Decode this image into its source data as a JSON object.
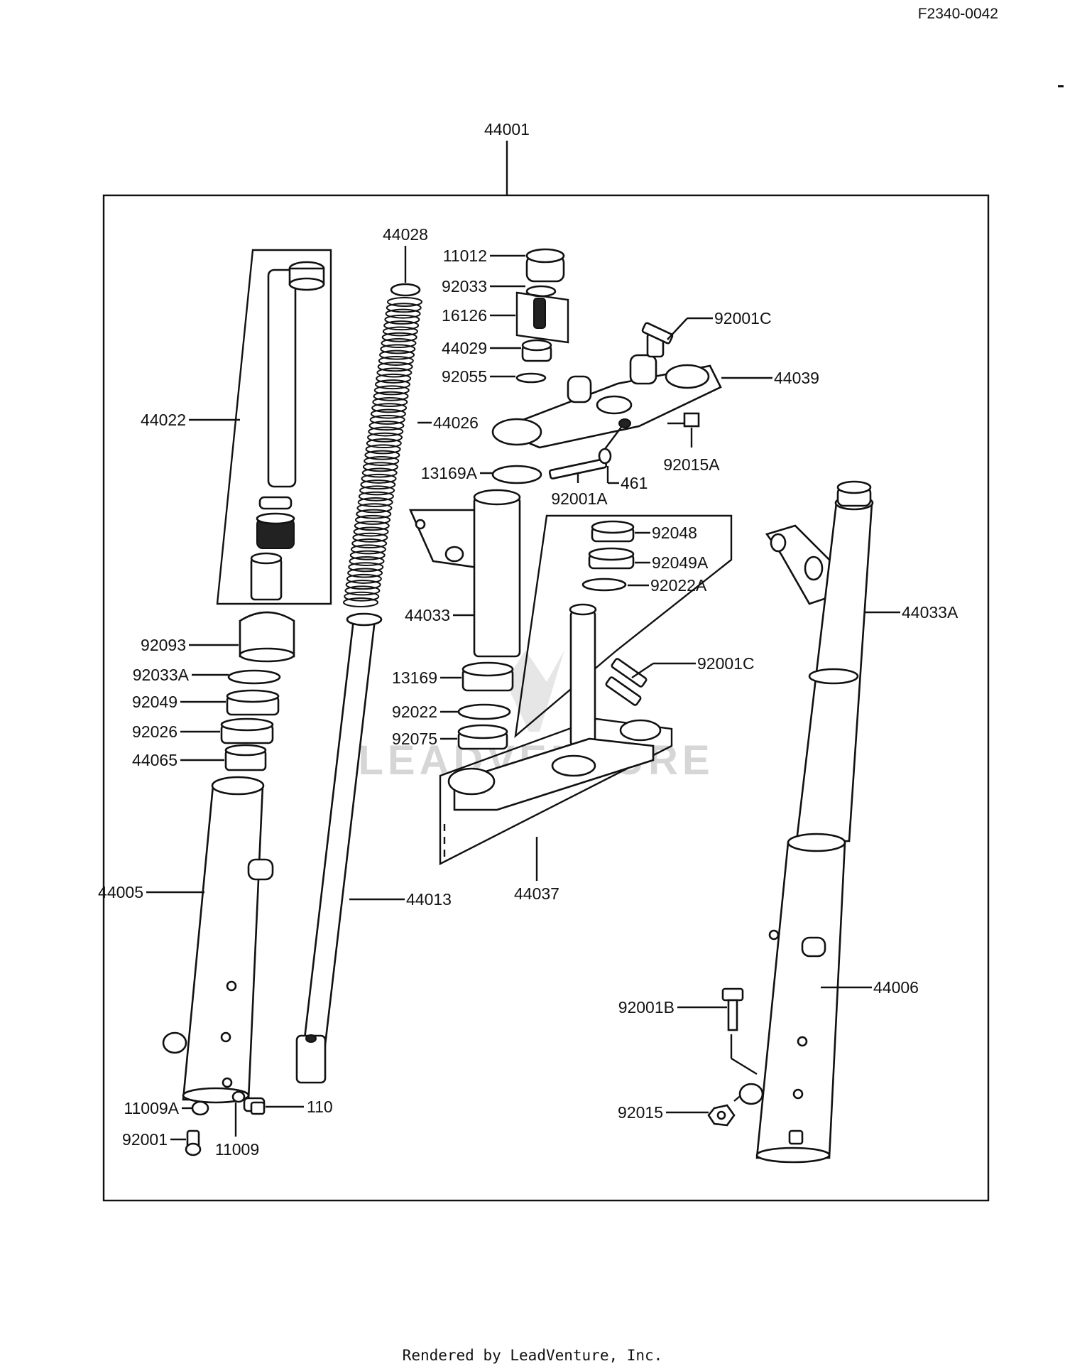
{
  "header": {
    "code": "F2340-0042"
  },
  "assembly": {
    "number": "44001"
  },
  "watermark": {
    "text": "LEADVENTURE"
  },
  "footer": {
    "credit": "Rendered by LeadVenture, Inc."
  },
  "callouts": {
    "c44028": "44028",
    "c11012": "11012",
    "c92033": "92033",
    "c16126": "16126",
    "c44029": "44029",
    "c92055": "92055",
    "c92001C_top": "92001C",
    "c44039": "44039",
    "c44022": "44022",
    "c44026": "44026",
    "c13169A": "13169A",
    "c461": "461",
    "c92001A": "92001A",
    "c92015A": "92015A",
    "c92048": "92048",
    "c92049A": "92049A",
    "c92022A": "92022A",
    "c44033": "44033",
    "c44033A": "44033A",
    "c92093": "92093",
    "c92033A": "92033A",
    "c92049": "92049",
    "c92026": "92026",
    "c44065": "44065",
    "c13169": "13169",
    "c92022": "92022",
    "c92075": "92075",
    "c92001C_mid": "92001C",
    "c44005": "44005",
    "c44013": "44013",
    "c44037": "44037",
    "c44006": "44006",
    "c92001B": "92001B",
    "c92015": "92015",
    "c11009A": "11009A",
    "c92001": "92001",
    "c11009": "11009",
    "c110": "110"
  }
}
